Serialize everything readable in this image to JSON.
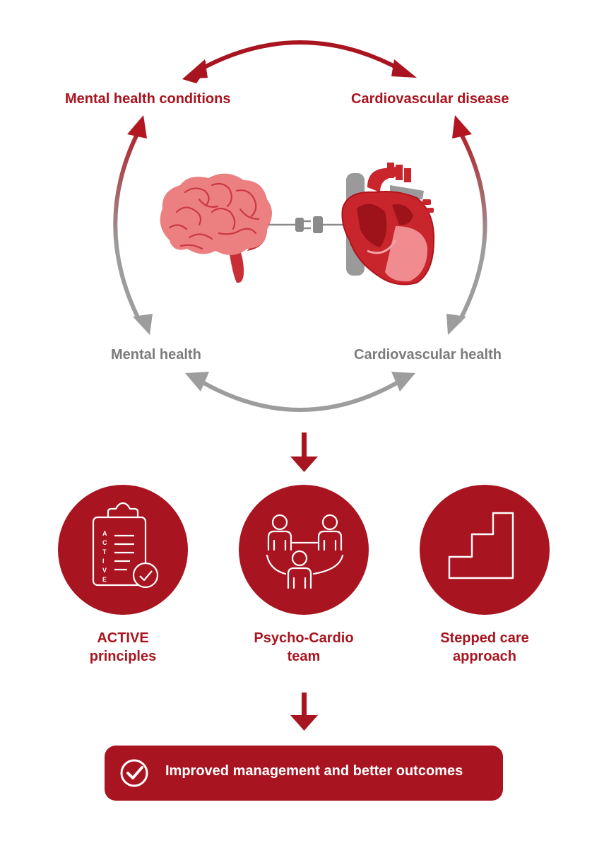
{
  "diagram": {
    "top_left_label": "Mental health conditions",
    "top_right_label": "Cardiovascular disease",
    "bottom_left_label": "Mental health",
    "bottom_right_label": "Cardiovascular health",
    "pillars": [
      {
        "line1": "ACTIVE",
        "line2": "principles",
        "icon": "clipboard-checklist-icon",
        "clipboard_text": "ACTIVE"
      },
      {
        "line1": "Psycho-Cardio",
        "line2": "team",
        "icon": "team-people-icon"
      },
      {
        "line1": "Stepped care",
        "line2": "approach",
        "icon": "stairs-icon"
      }
    ],
    "outcome": "Improved management and better outcomes"
  },
  "colors": {
    "brand_red": "#a8141f",
    "gray": "#7b7b7b",
    "brain_pink": "#ec7f80",
    "heart_red": "#c9252c"
  }
}
